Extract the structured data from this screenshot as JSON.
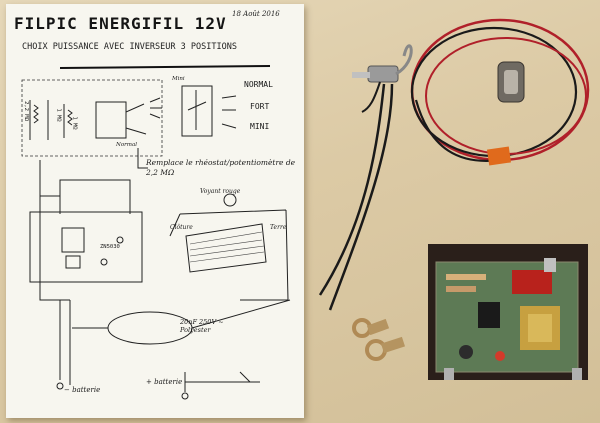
{
  "sheet": {
    "title": "FILPIC ENERGIFIL 12V",
    "subtitle": "CHOIX PUISSANCE AVEC INVERSEUR 3 POSITIONS",
    "date": "18 Août 2016",
    "switch_labels": [
      "NORMAL",
      "FORT",
      "MINI"
    ],
    "replace_note": "Remplace le rhéostat/potentiomètre de 2,2 MΩ",
    "capacitor_note": "20nF 250V ~ Polyester",
    "battery_minus": "− batterie",
    "battery_plus": "+ batterie",
    "resistor_labels": [
      "2,2 MΩ",
      "1 MΩ",
      "1 MΩ"
    ],
    "ic_label": "ZN5030",
    "part_labels": [
      "Voyant rouge",
      "Clôture",
      "Terre",
      "Mini",
      "Normal"
    ]
  },
  "colors": {
    "background": "#dccaa5",
    "paper": "#f7f6ef",
    "ink": "#151515",
    "wire_red": "#b0202a",
    "wire_black": "#1a1a1a",
    "pcb_green": "#3f6a3e",
    "board_base": "#2a1f1a"
  }
}
